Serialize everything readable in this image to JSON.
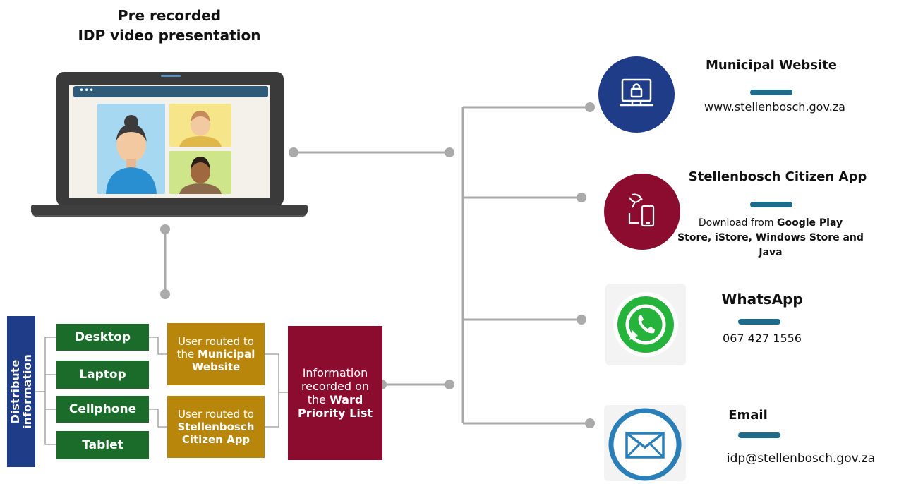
{
  "title": {
    "line1": "Pre recorded",
    "line2": "IDP video presentation"
  },
  "laptop": {
    "browser_dots": "•••"
  },
  "distribute_label": "Distribute\ninformation",
  "devices": [
    {
      "label": "Desktop"
    },
    {
      "label": "Laptop"
    },
    {
      "label": "Cellphone"
    },
    {
      "label": "Tablet"
    }
  ],
  "routes": [
    {
      "line1": "User routed to",
      "line2": "the ",
      "bold1": "Municipal",
      "bold2": "Website"
    },
    {
      "line1": "User routed to",
      "bold1": "Stellenbosch",
      "bold2": "Citizen App"
    }
  ],
  "ward": {
    "line1": "Information",
    "line2": "recorded on",
    "line3": "the ",
    "bold1": "Ward",
    "bold2": "Priority List"
  },
  "channels": {
    "website": {
      "title": "Municipal Website",
      "text": "www.stellenbosch.gov.za",
      "icon": "laptop-lock-icon",
      "color": "#1f3c88"
    },
    "app": {
      "title": "Stellenbosch Citizen App",
      "text_prefix": "Download from ",
      "text_bold_line1": "Google Play",
      "text_bold_line2": "Store, iStore, Windows Store and",
      "text_bold_line3": "Java",
      "icon": "phone-satellite-icon",
      "color": "#8b0c2e"
    },
    "whatsapp": {
      "title": "WhatsApp",
      "text": "067 427 1556",
      "icon": "whatsapp-icon",
      "color": "#25b33b"
    },
    "email": {
      "title": "Email",
      "text": "idp@stellenbosch.gov.za",
      "icon": "envelope-icon",
      "color": "#2a7fb8"
    }
  },
  "colors": {
    "connector": "#aaaaaa",
    "dash": "#1f6b8a",
    "device_green": "#1b6b2a",
    "route_gold": "#b8860b",
    "ward_red": "#8b0c2e",
    "distribute_blue": "#1f3c88"
  }
}
